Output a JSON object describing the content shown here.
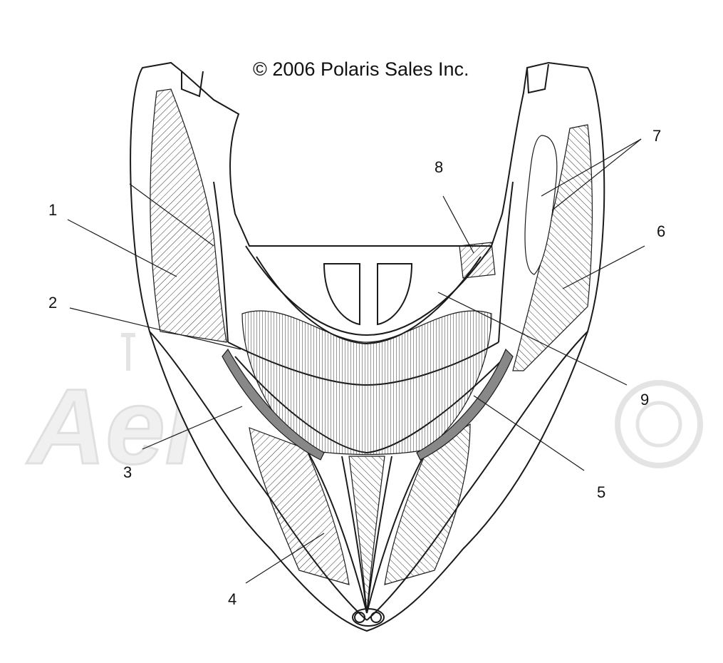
{
  "copyright": "© 2006 Polaris Sales Inc.",
  "watermark": "AeroBarn",
  "callouts": [
    "1",
    "2",
    "3",
    "4",
    "5",
    "6",
    "7",
    "8",
    "9"
  ],
  "colors": {
    "line": "#1a1a1a",
    "watermark": "#e6e6e6",
    "background": "#ffffff"
  }
}
